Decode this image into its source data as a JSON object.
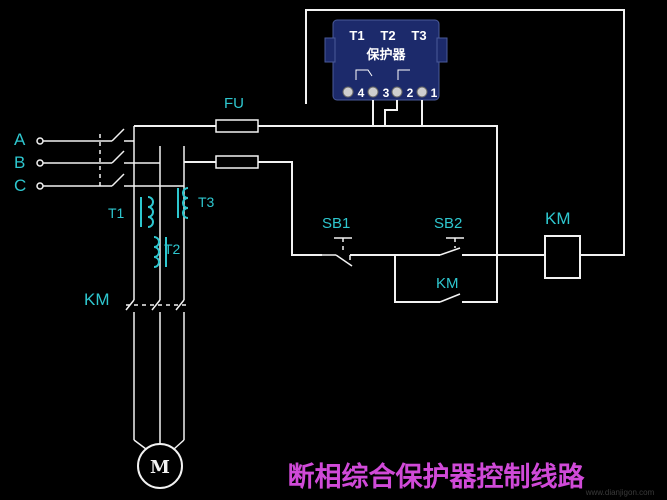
{
  "labels": {
    "phase_a": "A",
    "phase_b": "B",
    "phase_c": "C",
    "fuse": "FU",
    "ct1": "T1",
    "ct2": "T2",
    "ct3": "T3",
    "contactor_main": "KM",
    "sb1": "SB1",
    "sb2": "SB2",
    "coil": "KM",
    "aux_contact": "KM",
    "motor": "M"
  },
  "protector": {
    "name": "保护器",
    "inputs": [
      "T1",
      "T2",
      "T3"
    ],
    "terminals": [
      "4",
      "3",
      "2",
      "1"
    ]
  },
  "title": "断相综合保护器控制线路",
  "watermark": "www.dianjigon.com"
}
